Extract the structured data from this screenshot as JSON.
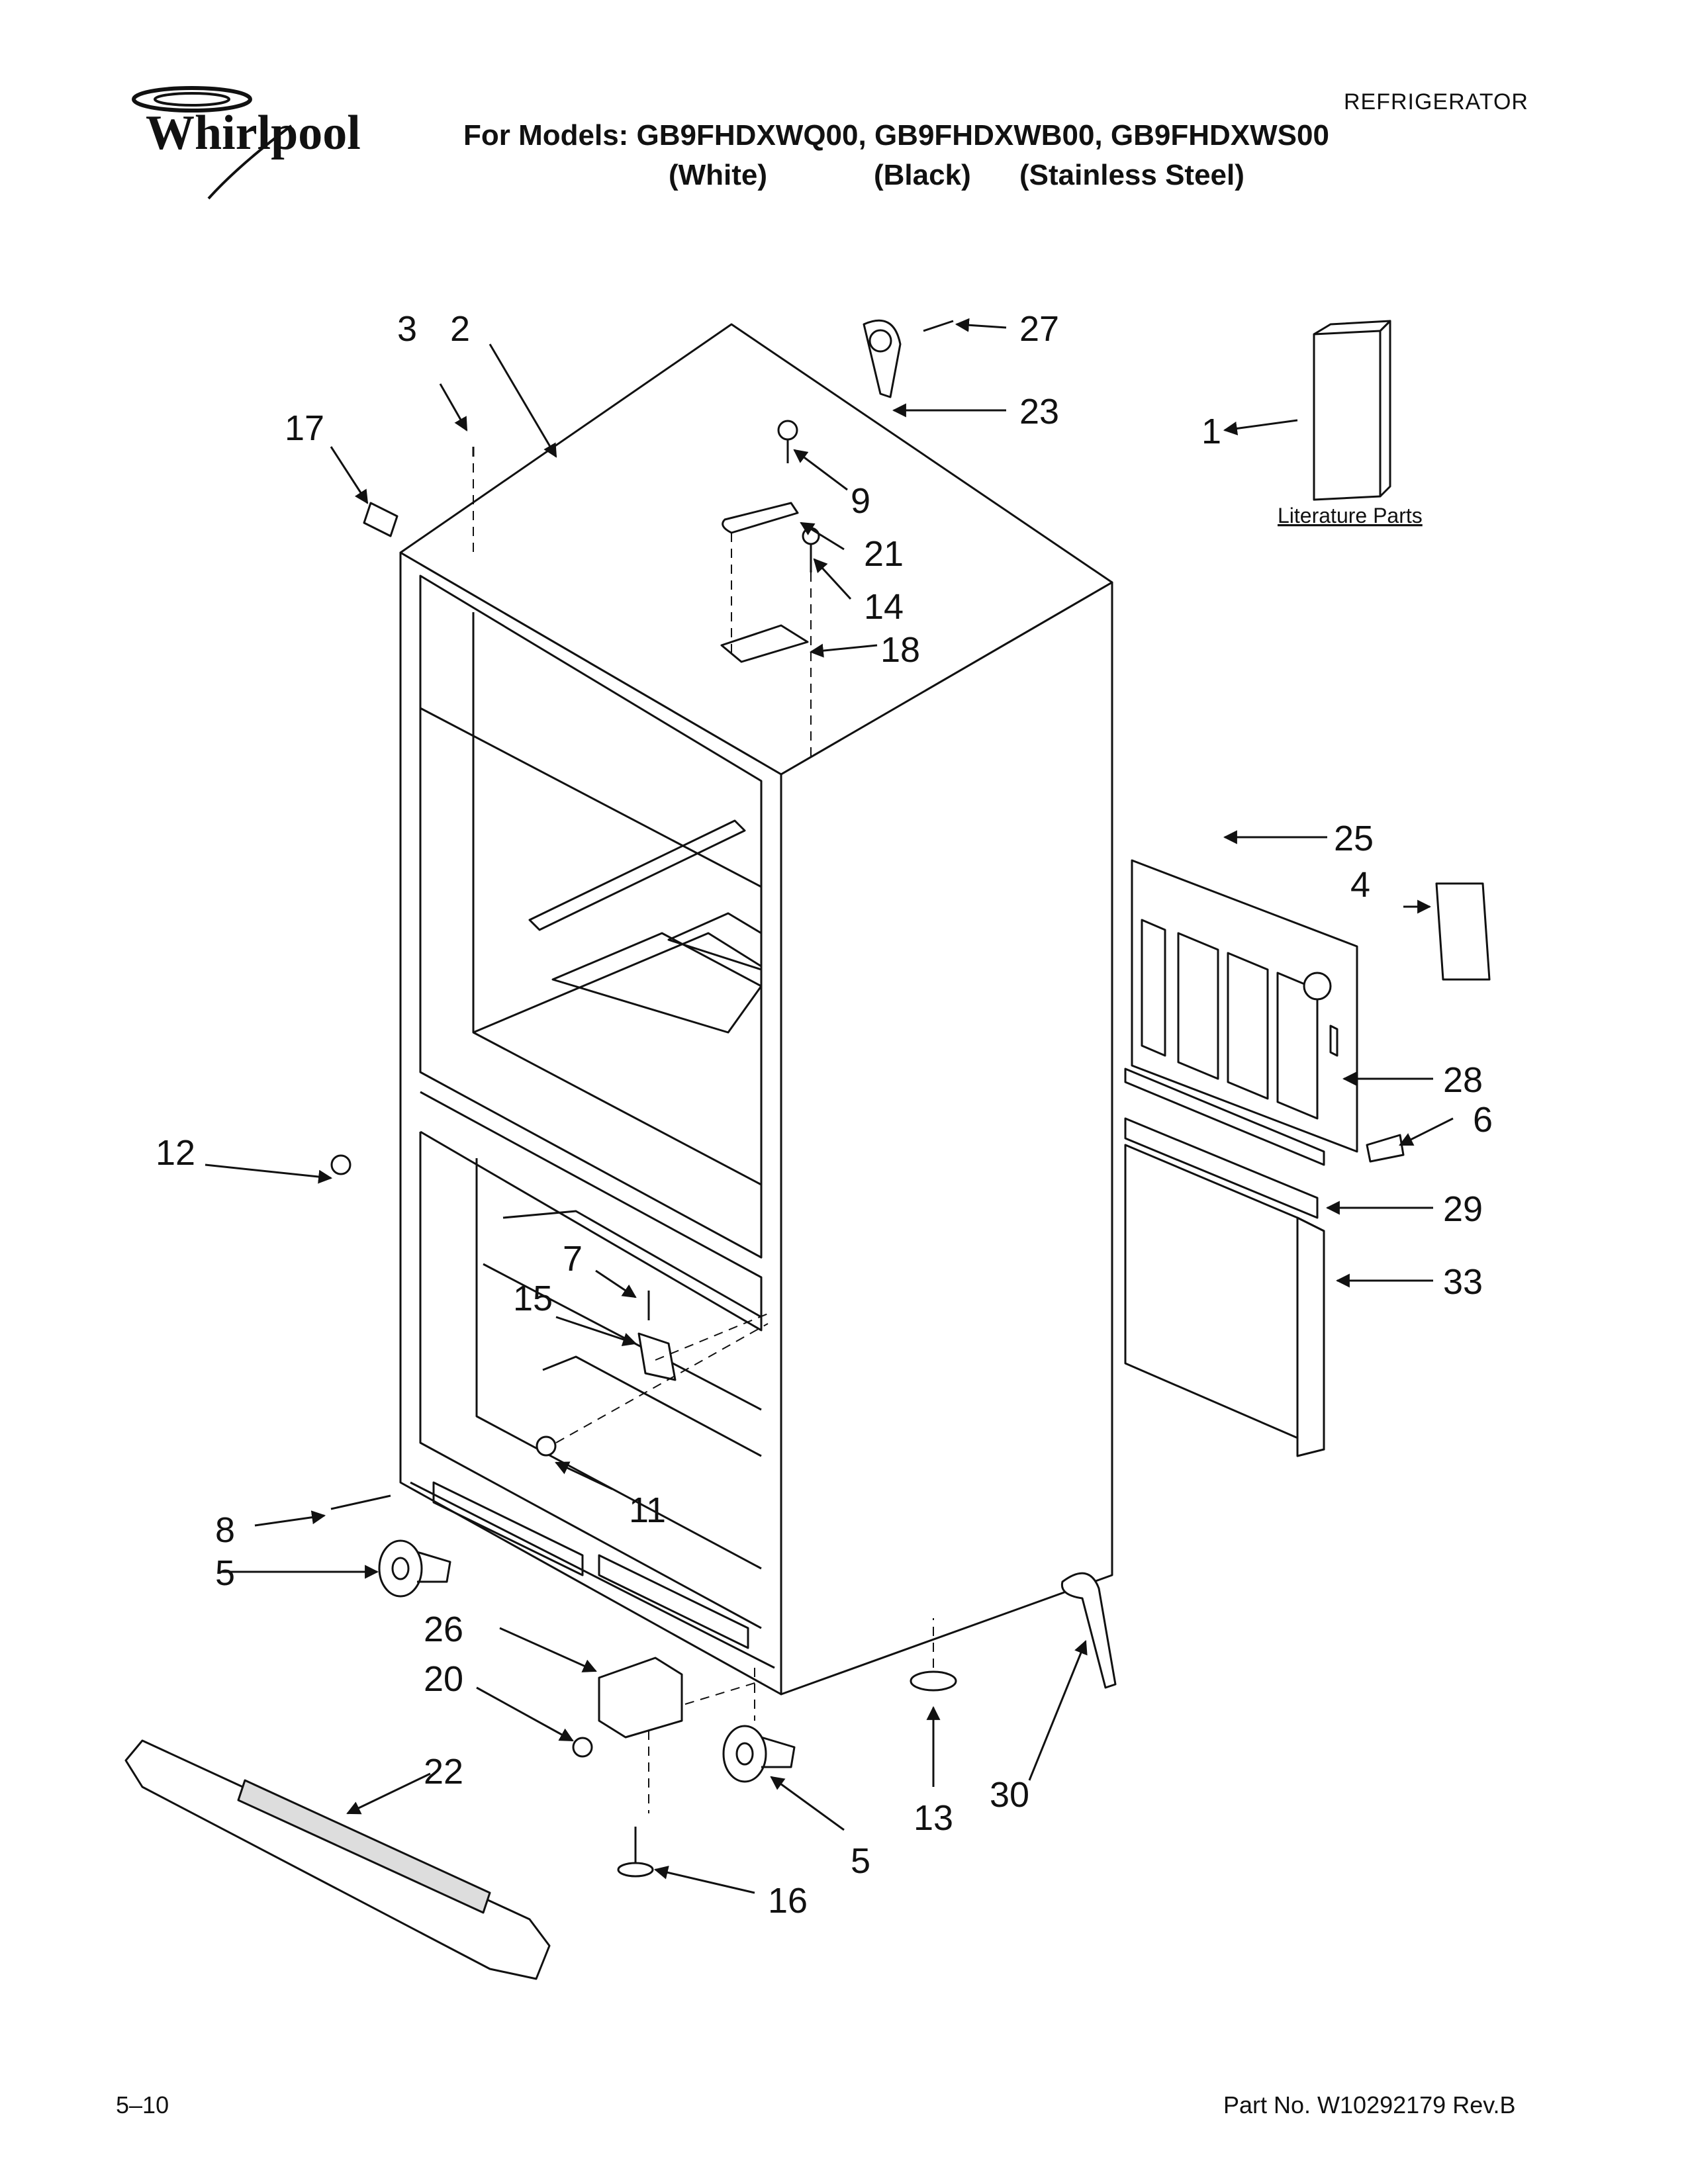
{
  "brand": {
    "name": "Whirlpool"
  },
  "header": {
    "category": "REFRIGERATOR",
    "models_line": "For Models: GB9FHDXWQ00, GB9FHDXWB00, GB9FHDXWS00",
    "colors": [
      "(White)",
      "(Black)",
      "(Stainless Steel)"
    ]
  },
  "literature_label": "Literature Parts",
  "callouts": [
    "1",
    "2",
    "3",
    "4",
    "5",
    "5",
    "6",
    "7",
    "8",
    "9",
    "11",
    "12",
    "13",
    "14",
    "15",
    "16",
    "17",
    "18",
    "20",
    "21",
    "22",
    "23",
    "25",
    "26",
    "27",
    "28",
    "29",
    "30",
    "33"
  ],
  "footer": {
    "page": "5–10",
    "part_no": "Part No. W10292179 Rev.B"
  }
}
